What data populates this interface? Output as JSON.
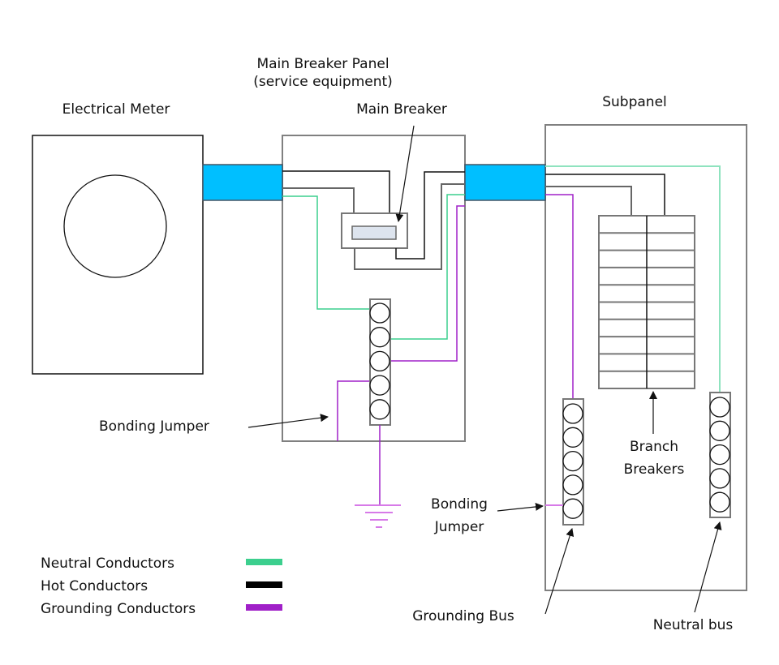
{
  "labels": {
    "meter": "Electrical Meter",
    "main_panel_line1": "Main Breaker Panel",
    "main_panel_line2": "(service equipment)",
    "main_breaker": "Main Breaker",
    "subpanel": "Subpanel",
    "bonding_jumper_main": "Bonding Jumper",
    "bonding_jumper_sub_line1": "Bonding",
    "bonding_jumper_sub_line2": "Jumper",
    "branch_breakers_line1": "Branch",
    "branch_breakers_line2": "Breakers",
    "grounding_bus": "Grounding Bus",
    "neutral_bus": "Neutral bus"
  },
  "legend": [
    {
      "label": "Neutral Conductors",
      "color": "#3ccf8e",
      "name": "neutral"
    },
    {
      "label": "Hot Conductors",
      "color": "#000000",
      "name": "hot"
    },
    {
      "label": "Grounding Conductors",
      "color": "#a020c8",
      "name": "grounding"
    }
  ],
  "colors": {
    "conduit": "#00bfff",
    "breaker_handle": "#dde4ee",
    "neutral": "#3ccf8e",
    "hot": "#000000",
    "grounding": "#a020c8"
  },
  "components": {
    "main_bus_terminals": 5,
    "grounding_bus_terminals": 5,
    "neutral_bus_terminals": 5,
    "branch_breaker_rows": 10,
    "branch_breaker_columns": 2
  }
}
